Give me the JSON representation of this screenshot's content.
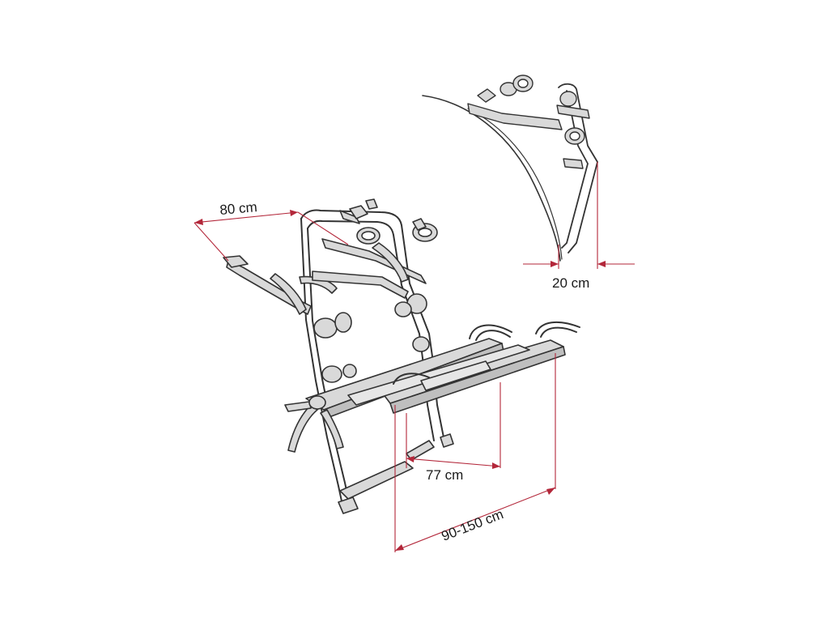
{
  "colors": {
    "line": "#333333",
    "fill": "#d9d9d9",
    "dimension": "#b3273a",
    "background": "#ffffff"
  },
  "dimensions": {
    "width_upper": "80 cm",
    "depth": "20 cm",
    "width_lower": "77 cm",
    "width_total": "90-150 cm"
  }
}
